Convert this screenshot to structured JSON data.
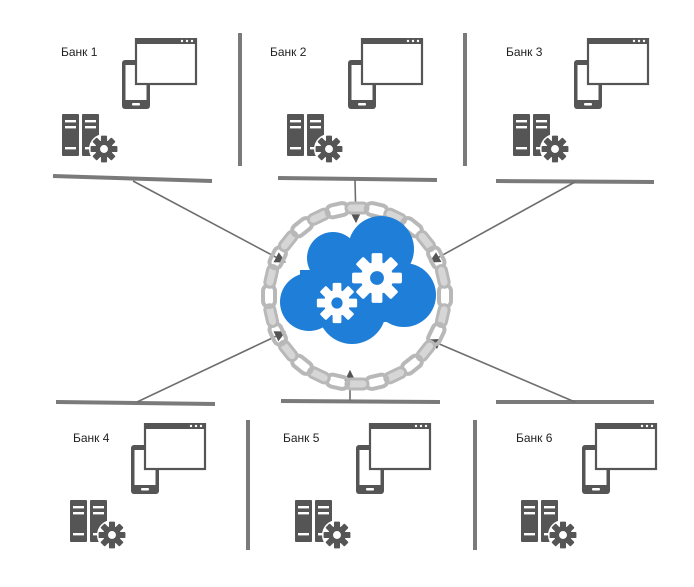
{
  "banks": [
    {
      "label": "Банк 1"
    },
    {
      "label": "Банк 2"
    },
    {
      "label": "Банк 3"
    },
    {
      "label": "Банк 4"
    },
    {
      "label": "Банк 5"
    },
    {
      "label": "Банк 6"
    }
  ],
  "colors": {
    "cloud": "#1f7fd8",
    "gear": "#ffffff",
    "chain": "#b8b8b8",
    "device": "#555555",
    "divider": "#7a7a7a",
    "connector": "#6e6e6e"
  }
}
